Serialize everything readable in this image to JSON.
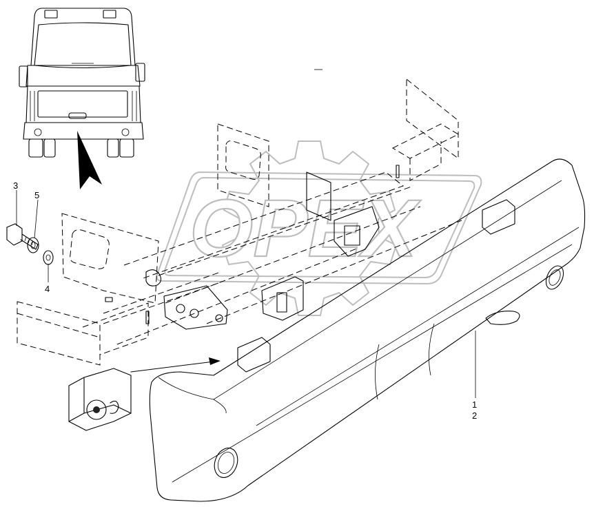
{
  "callouts": {
    "c1": "1",
    "c2": "2",
    "c3": "3",
    "c4": "4",
    "c5": "5"
  },
  "watermark": {
    "text": "OPEX",
    "color": "#bdbdbd"
  },
  "colors": {
    "line": "#000000",
    "background": "#ffffff"
  }
}
